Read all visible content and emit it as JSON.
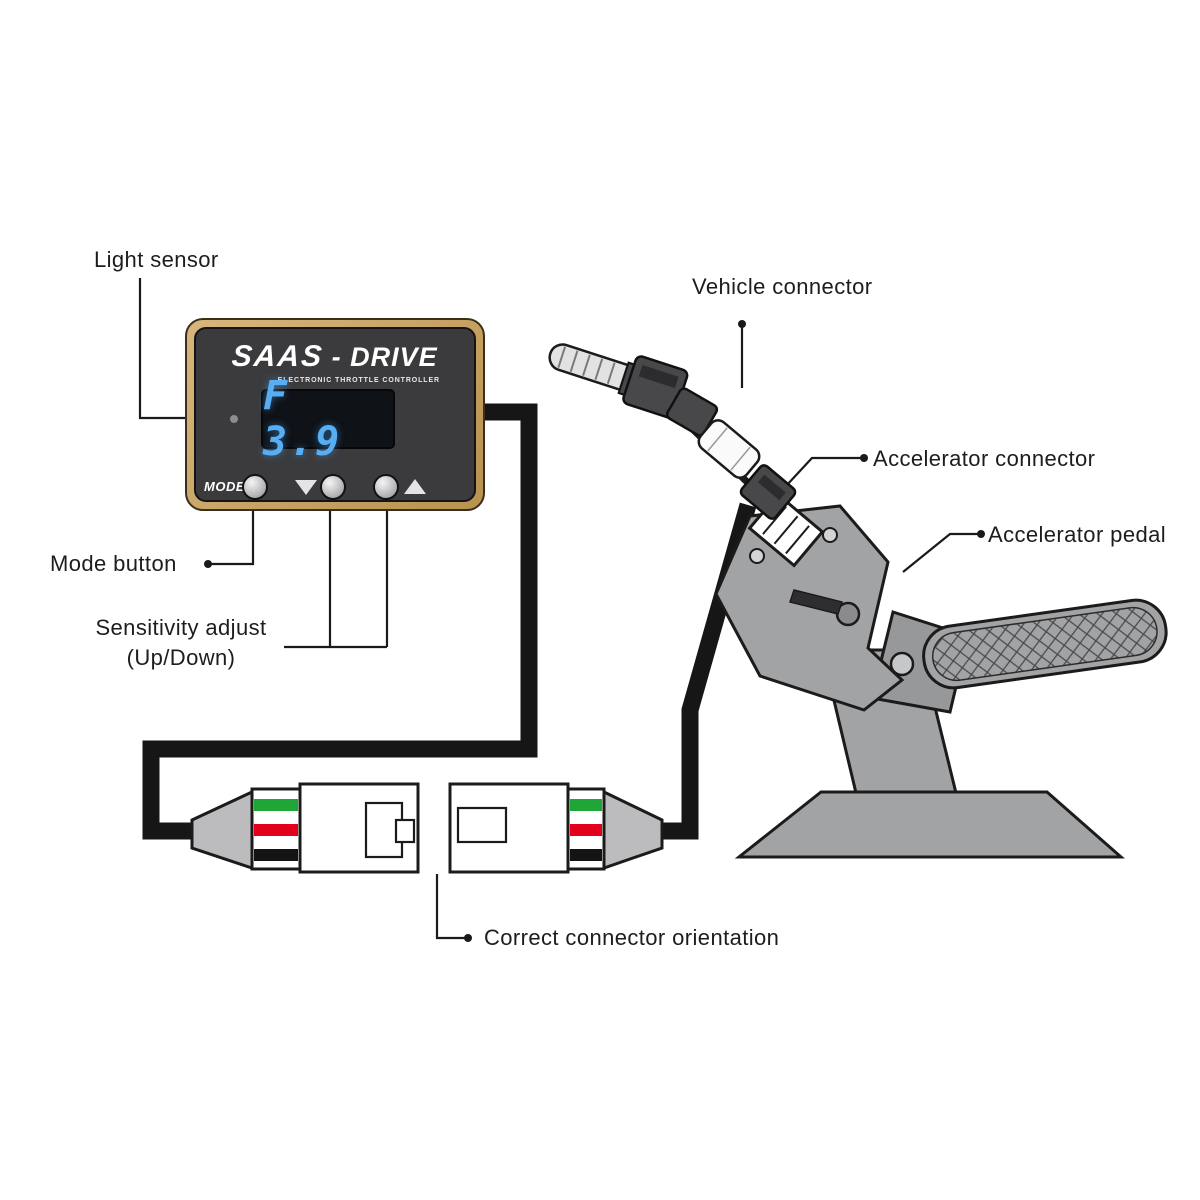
{
  "labels": {
    "light_sensor": "Light sensor",
    "mode_button": "Mode button",
    "sensitivity_line1": "Sensitivity adjust",
    "sensitivity_line2": "(Up/Down)",
    "vehicle_connector": "Vehicle connector",
    "accelerator_connector": "Accelerator connector",
    "accelerator_pedal": "Accelerator pedal",
    "correct_orientation": "Correct connector orientation"
  },
  "device": {
    "brand": "SAAS",
    "brand_suffix": "- DRIVE",
    "subtitle": "ELECTRONIC THROTTLE CONTROLLER",
    "display_value": "F 3.9",
    "mode_label": "MODE",
    "colors": {
      "frame_gold": "#c7a265",
      "body": "#3b3b3d",
      "display_background": "#0f1217",
      "display_digits": "#58aef2"
    }
  },
  "wires": {
    "stripe_colors": [
      "#1fa637",
      "#e2001a",
      "#141414"
    ]
  },
  "icons": {
    "down_arrow": "triangle-down",
    "up_arrow": "triangle-up"
  }
}
